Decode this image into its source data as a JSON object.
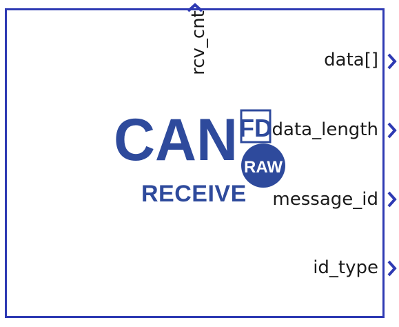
{
  "block": {
    "border_color": "#2e3ab3",
    "input_port": {
      "label": "rcv_cnt"
    },
    "output_ports": [
      {
        "label": "data[]"
      },
      {
        "label": "data_length"
      },
      {
        "label": "message_id"
      },
      {
        "label": "id_type"
      }
    ]
  },
  "logo": {
    "main_text": "CAN",
    "fd_text": "FD",
    "raw_text": "RAW",
    "subtitle": "RECEIVE",
    "color": "#2e4a9c"
  }
}
